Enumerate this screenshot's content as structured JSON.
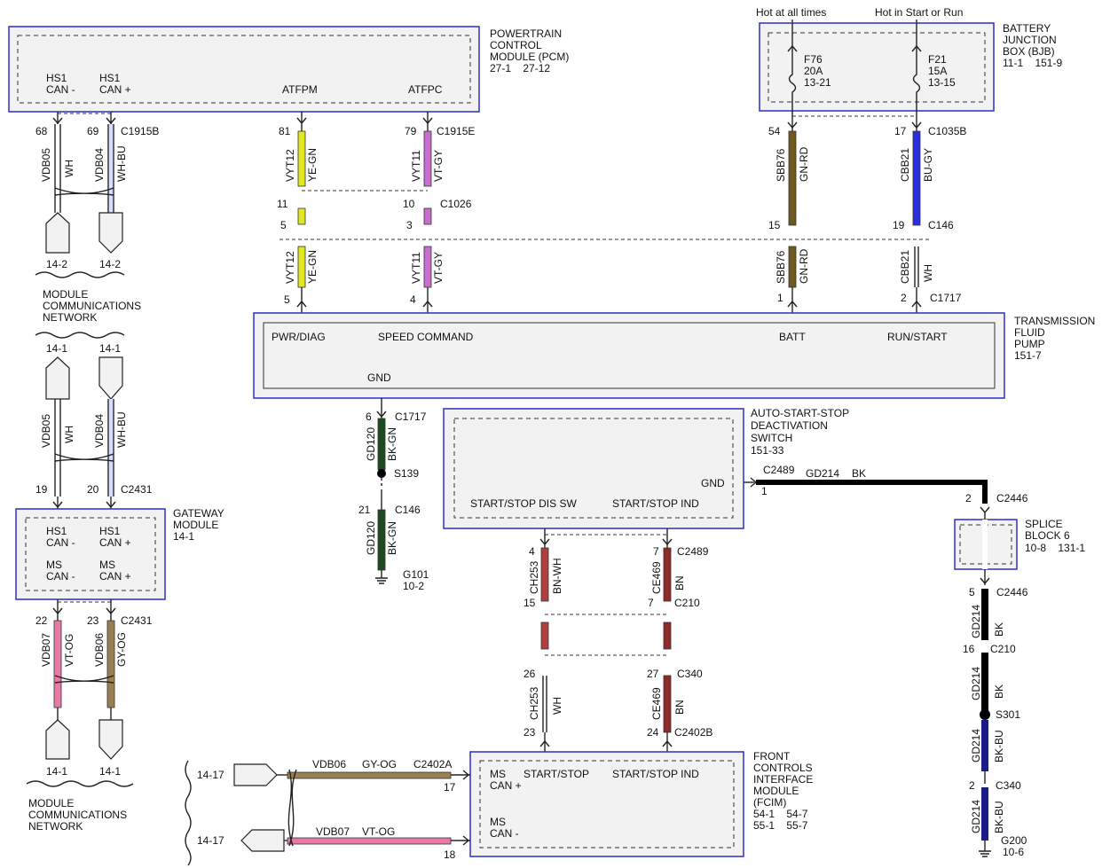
{
  "colors": {
    "module_border": "#3a3acc",
    "module_fill": "#f2f2f2",
    "YE-GN": "#dfe820",
    "VT-GY": "#c86ecf",
    "GN-RD": "#6e5a1e",
    "BU-GY": "#2d2de0",
    "BK-GN": "#1f4a1f",
    "BN-WH": "#b04040",
    "BN": "#8e2a2a",
    "BK": "#111111",
    "BK-BU": "#1b1b8a",
    "VT-OG": "#e87aa8",
    "GY-OG": "#9a8050",
    "WH": "#ffffff",
    "WH-BU": "#d8dcff"
  },
  "modules": {
    "pcm": {
      "title": [
        "POWERTRAIN",
        "CONTROL",
        "MODULE (PCM)",
        "27-1    27-12"
      ],
      "pins": {
        "hs1_can_minus": [
          "HS1",
          "CAN -"
        ],
        "hs1_can_plus": [
          "HS1",
          "CAN +"
        ],
        "atfpm": "ATFPM",
        "atfpc": "ATFPC"
      }
    },
    "bjb": {
      "title": [
        "BATTERY",
        "JUNCTION",
        "BOX (BJB)",
        "11-1    151-9"
      ],
      "feeds": {
        "hot_at_all_times": "Hot at all times",
        "hot_in_start_or_run": "Hot in Start or Run"
      },
      "fuses": {
        "f76": [
          "F76",
          "20A",
          "13-21"
        ],
        "f21": [
          "F21",
          "15A",
          "13-15"
        ]
      }
    },
    "tfp": {
      "title": [
        "TRANSMISSION",
        "FLUID",
        "PUMP",
        "151-7"
      ],
      "pins": {
        "pwr_diag": "PWR/DIAG",
        "speed_command": "SPEED COMMAND",
        "batt": "BATT",
        "run_start": "RUN/START",
        "gnd": "GND"
      }
    },
    "gateway": {
      "title": [
        "GATEWAY",
        "MODULE",
        "14-1"
      ],
      "pins": {
        "hs1_can_minus": [
          "HS1",
          "CAN -"
        ],
        "hs1_can_plus": [
          "HS1",
          "CAN +"
        ],
        "ms_can_minus": [
          "MS",
          "CAN -"
        ],
        "ms_can_plus": [
          "MS",
          "CAN +"
        ]
      }
    },
    "ass": {
      "title": [
        "AUTO-START-STOP",
        "DEACTIVATION",
        "SWITCH",
        "151-33"
      ],
      "pins": {
        "start_stop_dis_sw": "START/STOP DIS SW",
        "start_stop_ind": "START/STOP IND",
        "gnd": "GND"
      }
    },
    "fcim": {
      "title": [
        "FRONT",
        "CONTROLS",
        "INTERFACE",
        "MODULE",
        "(FCIM)",
        "54-1    54-7",
        "55-1    55-7"
      ],
      "pins": {
        "ms_can_plus": [
          "MS",
          "CAN +"
        ],
        "ms_can_minus": [
          "MS",
          "CAN -"
        ],
        "start_stop": "START/STOP",
        "start_stop_ind": "START/STOP IND"
      }
    },
    "splice_block": {
      "title": [
        "SPLICE",
        "BLOCK 6",
        "10-8    131-1"
      ]
    }
  },
  "network_labels": {
    "mcn_upper": [
      "MODULE",
      "COMMUNICATIONS",
      "NETWORK"
    ],
    "mcn_lower": [
      "MODULE",
      "COMMUNICATIONS",
      "NETWORK"
    ]
  },
  "connectors": {
    "c1915b": "C1915B",
    "c1915e": "C1915E",
    "c1026": "C1026",
    "c146_a": "C146",
    "c1717_a": "C1717",
    "c1035b": "C1035B",
    "c1717_b": "C1717",
    "c146_b": "C146",
    "c2431_a": "C2431",
    "c2431_b": "C2431",
    "c2489_a": "C2489",
    "c2489_b": "C2489",
    "c210_a": "C210",
    "c340_a": "C340",
    "c2402b": "C2402B",
    "c2402a": "C2402A",
    "c2446_a": "C2446",
    "c2446_b": "C2446",
    "c210_b": "C210",
    "c340_b": "C340"
  },
  "splices": {
    "s139": "S139",
    "s301": "S301"
  },
  "grounds": {
    "g101": [
      "G101",
      "10-2"
    ],
    "g200": [
      "G200",
      "10-6"
    ]
  },
  "wires": {
    "vdb05_a": {
      "circuit": "VDB05",
      "color": "WH"
    },
    "vdb04_a": {
      "circuit": "VDB04",
      "color": "WH-BU"
    },
    "vyt12_a": {
      "circuit": "VYT12",
      "color": "YE-GN"
    },
    "vyt11_a": {
      "circuit": "VYT11",
      "color": "VT-GY"
    },
    "vyt12_b": {
      "circuit": "VYT12",
      "color": "YE-GN"
    },
    "vyt11_b": {
      "circuit": "VYT11",
      "color": "VT-GY"
    },
    "sbb76_a": {
      "circuit": "SBB76",
      "color": "GN-RD"
    },
    "cbb21_a": {
      "circuit": "CBB21",
      "color": "BU-GY"
    },
    "sbb76_b": {
      "circuit": "SBB76",
      "color": "GN-RD"
    },
    "cbb21_b": {
      "circuit": "CBB21",
      "color": "WH"
    },
    "vdb05_b": {
      "circuit": "VDB05",
      "color": "WH"
    },
    "vdb04_b": {
      "circuit": "VDB04",
      "color": "WH-BU"
    },
    "vdb07_a": {
      "circuit": "VDB07",
      "color": "VT-OG"
    },
    "vdb06_a": {
      "circuit": "VDB06",
      "color": "GY-OG"
    },
    "gd120_a": {
      "circuit": "GD120",
      "color": "BK-GN"
    },
    "gd120_b": {
      "circuit": "GD120",
      "color": "BK-GN"
    },
    "ch253_a": {
      "circuit": "CH253",
      "color": "BN-WH"
    },
    "ce469_a": {
      "circuit": "CE469",
      "color": "BN"
    },
    "ch253_b": {
      "circuit": "CH253",
      "color": "WH"
    },
    "ce469_b": {
      "circuit": "CE469",
      "color": "BN"
    },
    "gd214_h": {
      "circuit": "GD214",
      "color": "BK"
    },
    "gd214_a": {
      "circuit": "GD214",
      "color": "BK"
    },
    "gd214_b": {
      "circuit": "GD214",
      "color": "BK"
    },
    "gd214_c": {
      "circuit": "GD214",
      "color": "BK-BU"
    },
    "gd214_d": {
      "circuit": "GD214",
      "color": "BK-BU"
    },
    "vdb06_b": {
      "circuit": "VDB06",
      "color": "GY-OG"
    },
    "vdb07_b": {
      "circuit": "VDB07",
      "color": "VT-OG"
    }
  },
  "pins": {
    "p68": "68",
    "p69": "69",
    "p81": "81",
    "p79": "79",
    "p11": "11",
    "p10": "10",
    "p5a": "5",
    "p3": "3",
    "p5b": "5",
    "p4": "4",
    "p54": "54",
    "p17a": "17",
    "p15a": "15",
    "p19a": "19",
    "p1a": "1",
    "p2a": "2",
    "p6": "6",
    "p21": "21",
    "p19b": "19",
    "p20": "20",
    "p22": "22",
    "p23a": "23",
    "p1b": "1",
    "p2b": "2",
    "p4b": "4",
    "p7a": "7",
    "p15b": "15",
    "p7b": "7",
    "p26": "26",
    "p27": "27",
    "p23b": "23",
    "p24": "24",
    "p17b": "17",
    "p18": "18",
    "p5c": "5",
    "p16": "16",
    "p2c": "2"
  },
  "references": {
    "r142_a": "14-2",
    "r142_b": "14-2",
    "r141_a": "14-1",
    "r141_b": "14-1",
    "r141_c": "14-1",
    "r141_d": "14-1",
    "r1417_a": "14-17",
    "r1417_b": "14-17"
  }
}
